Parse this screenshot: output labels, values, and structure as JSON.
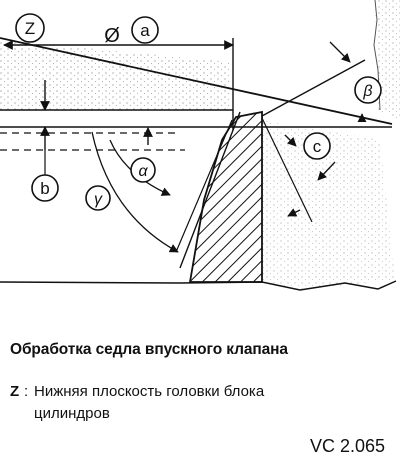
{
  "diagram": {
    "labels": {
      "z": "Z",
      "a": "a",
      "b": "b",
      "c": "c",
      "alpha": "α",
      "beta": "β",
      "gamma": "γ",
      "diameter": "Ø"
    }
  },
  "caption": {
    "title": "Обработка седла впускного клапана",
    "legend_key": "Z",
    "legend_text_line1": "Нижняя плоскость головки блока",
    "legend_text_line2": "цилиндров"
  },
  "figure_code": "VC 2.065"
}
